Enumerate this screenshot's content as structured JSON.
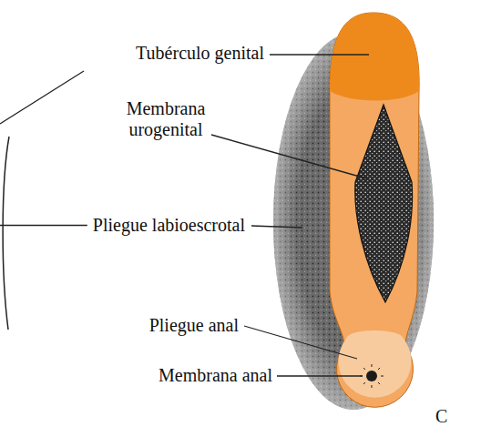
{
  "diagram": {
    "labels": [
      "Tubérculo genital",
      "Membrana urogenital",
      "Pliegue labioescrotal",
      "Pliegue anal",
      "Membrana anal",
      "C"
    ]
  }
}
